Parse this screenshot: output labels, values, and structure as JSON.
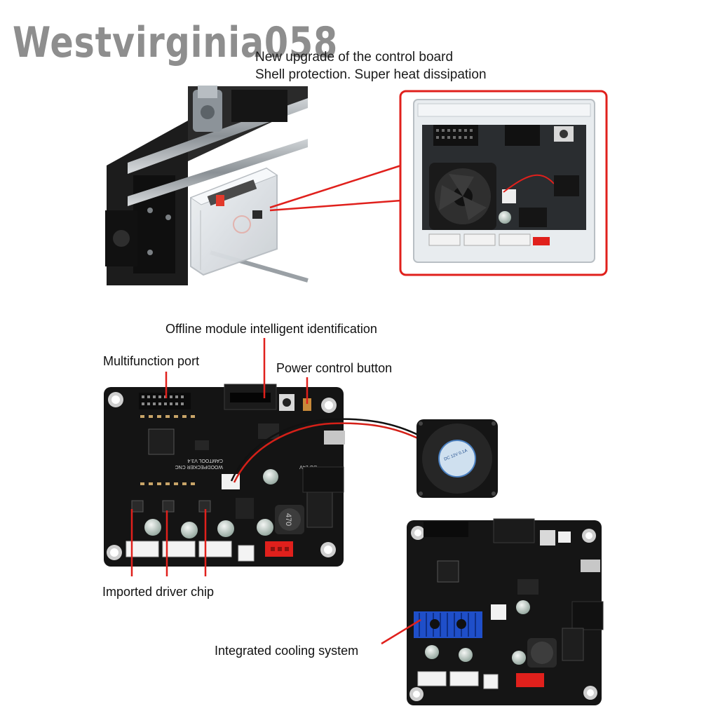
{
  "watermark": "Westvirginia058",
  "top_caption": {
    "line1": "New upgrade of the control board",
    "line2": "Shell protection. Super heat dissipation"
  },
  "labels": {
    "offline_module": "Offline module intelligent identification",
    "multifunction_port": "Multifunction port",
    "power_button": "Power control button",
    "driver_chip": "Imported driver chip",
    "cooling_system": "Integrated cooling system"
  },
  "board_silkscreen": {
    "fan_label": "DC 12V 0.1A",
    "inductor_label": "470",
    "board_name": "WOODPECKER CNC",
    "board_version": "CAMTOOL V3.4",
    "power_label": "DC-24V"
  },
  "colors": {
    "callout_red": "#e0201c",
    "pcb_black": "#141414",
    "heatsink_blue": "#1f4fc9",
    "watermark_gray": "#8e8e8e"
  }
}
